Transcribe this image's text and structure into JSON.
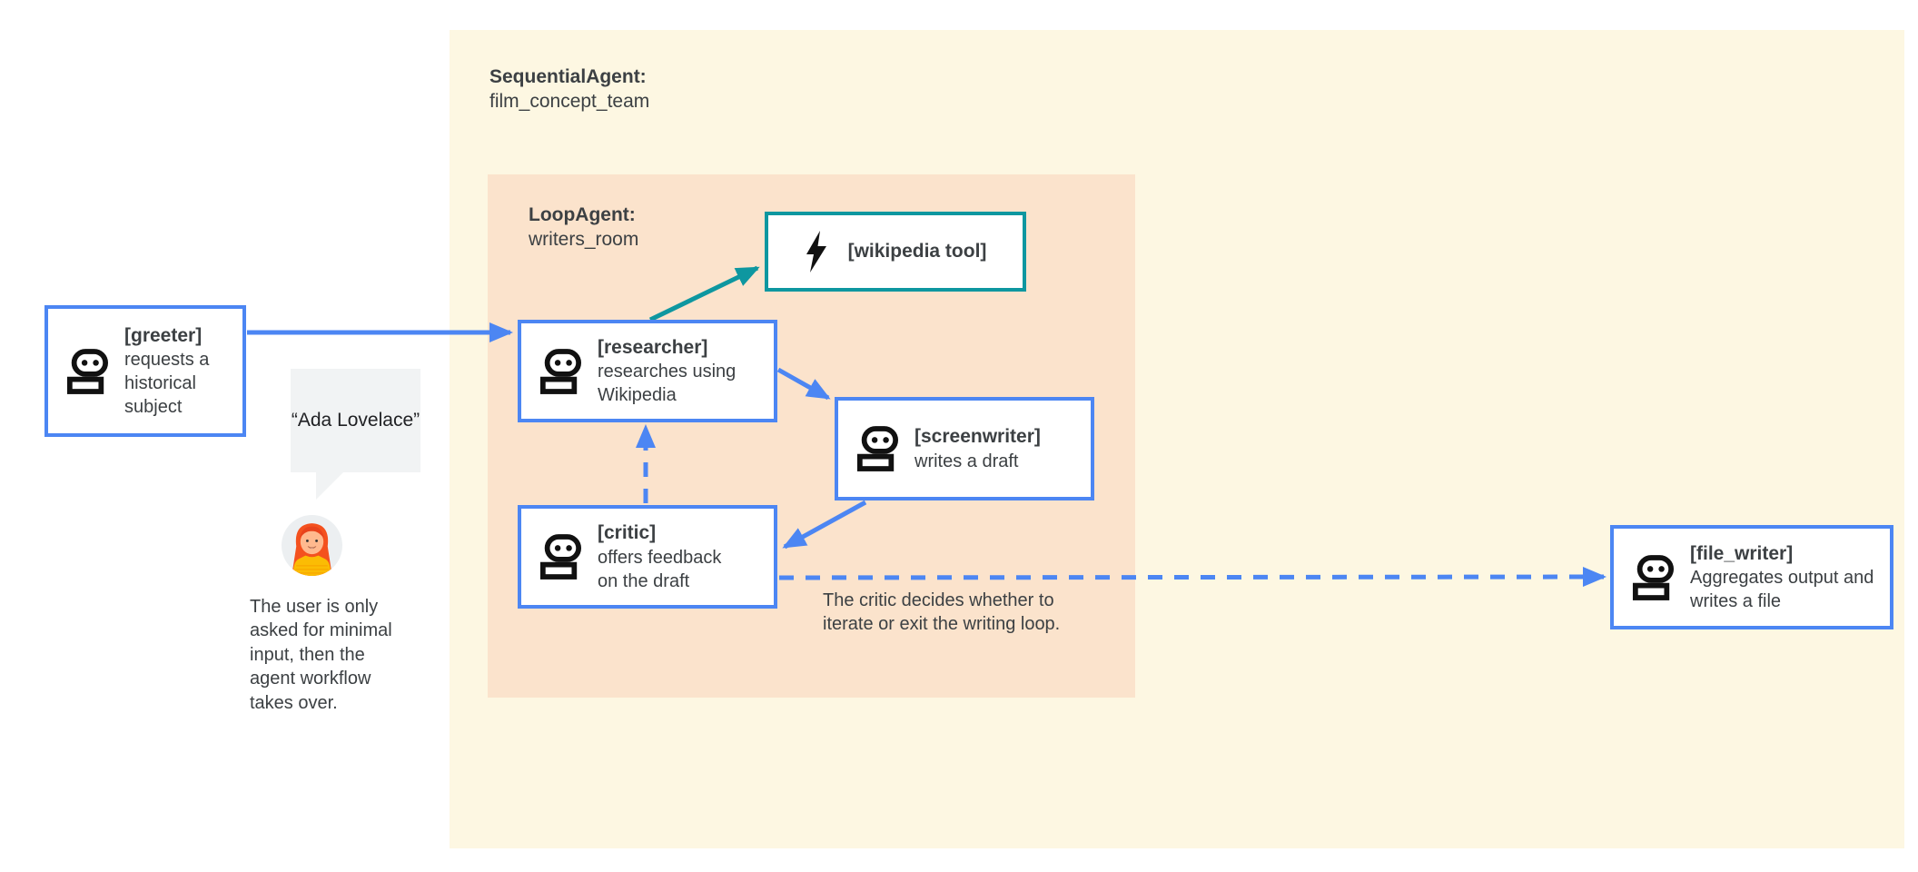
{
  "groups": {
    "sequential": {
      "title": "SequentialAgent:",
      "name": "film_concept_team"
    },
    "loop": {
      "title": "LoopAgent:",
      "name": "writers_room"
    }
  },
  "nodes": {
    "greeter": {
      "label": "[greeter]",
      "desc": "requests a historical subject"
    },
    "wikipedia_tool": {
      "label": "[wikipedia tool]"
    },
    "researcher": {
      "label": "[researcher]",
      "desc": "researches using Wikipedia"
    },
    "screenwriter": {
      "label": "[screenwriter]",
      "desc": "writes a draft"
    },
    "critic": {
      "label": "[critic]",
      "desc": "offers feedback on the draft"
    },
    "file_writer": {
      "label": "[file_writer]",
      "desc": "Aggregates output and writes a file"
    }
  },
  "annotations": {
    "speech_bubble": "“Ada Lovelace”",
    "user_note": "The user is only asked for minimal input, then the agent workflow takes over.",
    "critic_note": "The critic decides whether to iterate or exit the writing loop."
  },
  "icons": {
    "agent": "robot-icon",
    "tool": "lightning-bolt-icon",
    "user": "woman-avatar-icon"
  },
  "colors": {
    "sequential_bg": "#fdf7e2",
    "loop_bg": "#fbe3cc",
    "agent_border_blue": "#4c86f3",
    "tool_border_teal": "#0e97a0",
    "arrow_blue": "#4c86f3",
    "arrow_teal": "#0e97a0",
    "text": "#3c4043",
    "bubble_bg": "#f1f3f4"
  }
}
